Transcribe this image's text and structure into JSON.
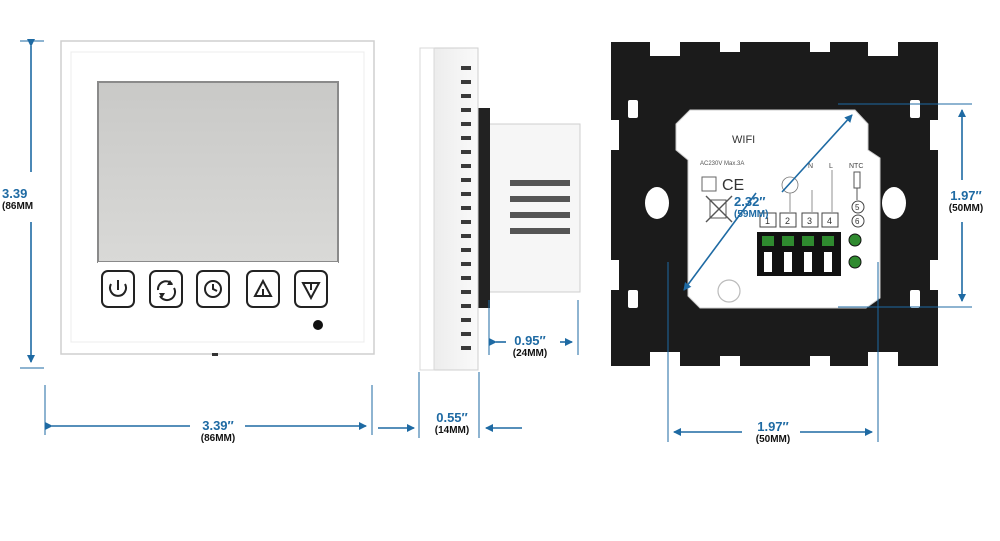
{
  "front": {
    "height_in": "3.39",
    "height_mm": "(86MM",
    "width_in": "3.39″",
    "width_mm": "(86MM)"
  },
  "side": {
    "back_depth_in": "0.95″",
    "back_depth_mm": "(24MM)",
    "front_depth_in": "0.55″",
    "front_depth_mm": "(14MM)"
  },
  "back": {
    "label_wifi": "WIFI",
    "spec_text": "AC230V  Max.3A",
    "ce_mark": "CE",
    "terminal_numbers": [
      "1",
      "2",
      "3",
      "4"
    ],
    "terminal_n": "N",
    "terminal_l": "L",
    "terminal_ntc": "NTC",
    "ntc_numbers": [
      "5",
      "6"
    ],
    "diagonal_in": "2.32″",
    "diagonal_mm": "(59MM)",
    "height_in": "1.97″",
    "height_mm": "(50MM)",
    "width_in": "1.97″",
    "width_mm": "(50MM)"
  },
  "colors": {
    "dimension": "#1e6aa3",
    "panel": "#ffffff",
    "lcd": "#d2d2d0",
    "plate": "#1a1a1a"
  },
  "icons": [
    "power-icon",
    "cycle-icon",
    "clock-icon",
    "up-triangle-icon",
    "down-triangle-icon"
  ]
}
